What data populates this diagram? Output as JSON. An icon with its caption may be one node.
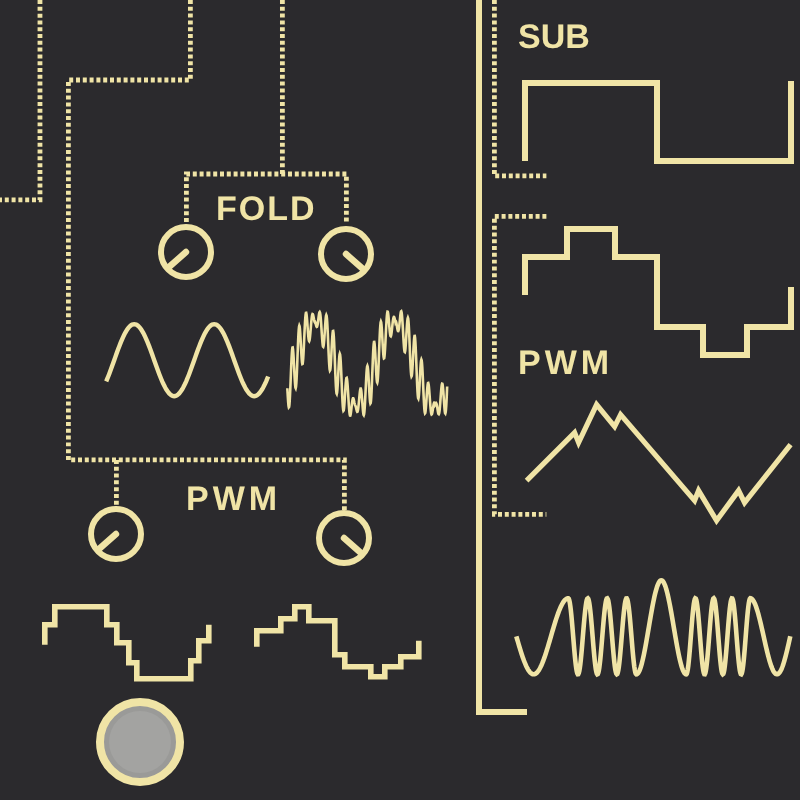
{
  "diagram": {
    "labels": [
      "FOLD",
      "PWM",
      "SUB",
      "PWM"
    ]
  }
}
